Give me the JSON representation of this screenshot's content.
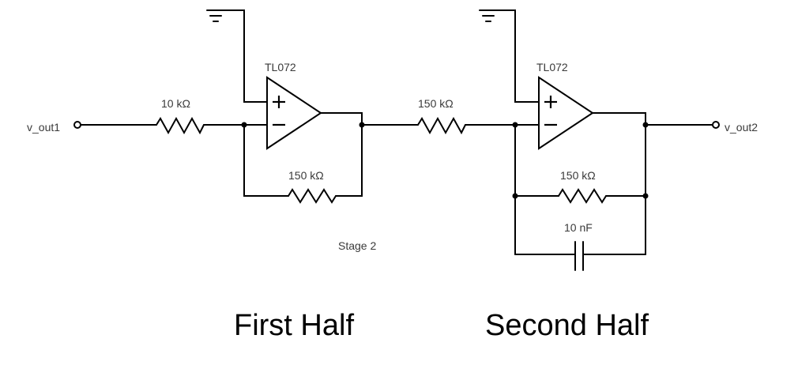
{
  "circuit": {
    "input_label": "v_out1",
    "output_label": "v_out2",
    "stage_label": "Stage 2",
    "stage1": {
      "opamp": "TL072",
      "input_resistor": "10 kΩ",
      "feedback_resistor": "150 kΩ"
    },
    "stage2": {
      "opamp": "TL072",
      "input_resistor": "150 kΩ",
      "feedback_resistor": "150 kΩ",
      "feedback_capacitor": "10 nF"
    }
  },
  "captions": {
    "first": "First Half",
    "second": "Second Half"
  }
}
